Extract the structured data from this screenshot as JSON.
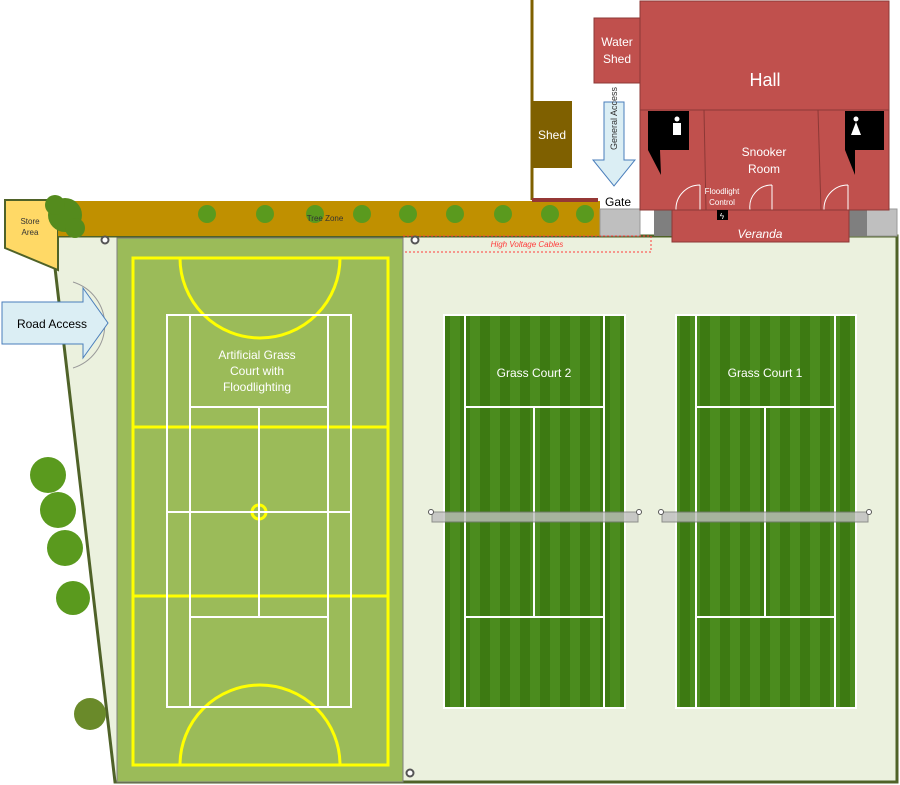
{
  "title": "Tennis Club Site Plan",
  "labels": {
    "store_area_1": "Store",
    "store_area_2": "Area",
    "tree_zone": "Tree Zone",
    "high_voltage": "High Voltage Cables",
    "gate": "Gate",
    "general_access": "General Access",
    "shed": "Shed",
    "water_shed_1": "Water",
    "water_shed_2": "Shed",
    "hall": "Hall",
    "snooker_1": "Snooker",
    "snooker_2": "Room",
    "floodlight_1": "Floodlight",
    "floodlight_2": "Control",
    "veranda": "Veranda",
    "road_access": "Road Access",
    "artificial_1": "Artificial Grass",
    "artificial_2": "Court with",
    "artificial_3": "Floodlighting",
    "grass_court_2": "Grass Court 2",
    "grass_court_1": "Grass Court 1"
  },
  "colors": {
    "building": "#c0504d",
    "lawn": "#ebf1de",
    "tree_zone": "#c09000",
    "artificial": "#9bbb59",
    "grass_dark": "#3d7a12",
    "grass_light": "#4b8c1e",
    "shed": "#7f6000"
  }
}
